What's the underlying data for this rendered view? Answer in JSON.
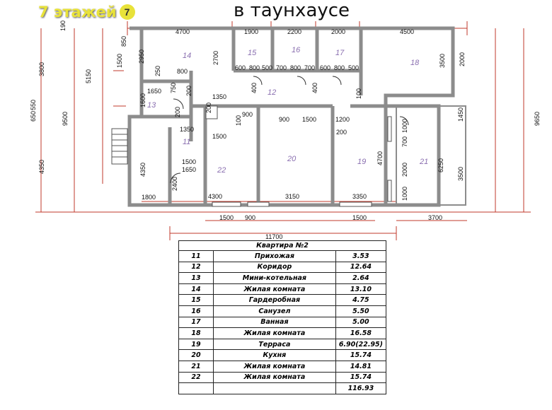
{
  "badge": {
    "floors": "7 этажей",
    "icon_digit": "7"
  },
  "title": "в таунхаусе",
  "plan": {
    "room_numbers": [
      "11",
      "12",
      "13",
      "14",
      "15",
      "16",
      "17",
      "18",
      "19",
      "20",
      "21",
      "22"
    ],
    "dims": {
      "top_4700": "4700",
      "top_1900": "1900",
      "top_2200": "2200",
      "top_2000": "2000",
      "top_4500": "4500",
      "d850": "850",
      "d2950": "2950",
      "d1500": "1500",
      "d3800": "3800",
      "d5150": "5150",
      "d190": "190",
      "d2700": "2700",
      "d250": "250",
      "d800": "800",
      "d600a": "600",
      "d800a": "800",
      "d500a": "500",
      "d700a": "700",
      "d800b": "800",
      "d700b": "700",
      "d600b": "600",
      "d800c": "800",
      "d500b": "500",
      "d3500": "3500",
      "d2000r": "2000",
      "d1650": "1650",
      "d750": "750",
      "d1350a": "1350",
      "d400a": "400",
      "d400b": "400",
      "d100": "100",
      "d1600": "1600",
      "d200a": "200",
      "d550": "550",
      "d650": "650",
      "d9500": "9500",
      "d9650": "9650",
      "d900a": "900",
      "d100a": "100",
      "d900b": "900",
      "d1500b": "1500",
      "d1200": "1200",
      "d200b": "200",
      "d200c": "200",
      "d200d": "200",
      "d1450": "1450",
      "d1350b": "1350",
      "d1500c": "1500",
      "d4350": "4350",
      "d4350b": "4350",
      "d1500d": "1500",
      "d1650b": "1650",
      "d2400": "2400",
      "d1800": "1800",
      "d1000": "1000",
      "d700c": "700",
      "d4700": "4700",
      "d2000b": "2000",
      "d6250": "6250",
      "d3500b": "3500",
      "d1000b": "1000",
      "b4300": "4300",
      "b3150": "3150",
      "b3350": "3350",
      "b1500a": "1500",
      "b900": "900",
      "b1500b": "1500",
      "b3700": "3700",
      "b11700": "11700"
    }
  },
  "table": {
    "header": "Квартира №2",
    "rows": [
      {
        "num": "11",
        "name": "Прихожая",
        "area": "3.53"
      },
      {
        "num": "12",
        "name": "Коридор",
        "area": "12.64"
      },
      {
        "num": "13",
        "name": "Мини-котельная",
        "area": "2.64"
      },
      {
        "num": "14",
        "name": "Жилая комната",
        "area": "13.10"
      },
      {
        "num": "15",
        "name": "Гардеробная",
        "area": "4.75"
      },
      {
        "num": "16",
        "name": "Санузел",
        "area": "5.50"
      },
      {
        "num": "17",
        "name": "Ванная",
        "area": "5.00"
      },
      {
        "num": "18",
        "name": "Жилая комната",
        "area": "16.58"
      },
      {
        "num": "19",
        "name": "Терраса",
        "area": "6.90(22.95)"
      },
      {
        "num": "20",
        "name": "Кухня",
        "area": "15.74"
      },
      {
        "num": "21",
        "name": "Жилая комната",
        "area": "14.81"
      },
      {
        "num": "22",
        "name": "Жилая комната",
        "area": "15.74"
      }
    ],
    "total": "116.93"
  },
  "colors": {
    "wall": "#9a9a9a",
    "dim": "#c0392b",
    "room_number": "#8a6fb0",
    "badge": "#e8e23a"
  }
}
